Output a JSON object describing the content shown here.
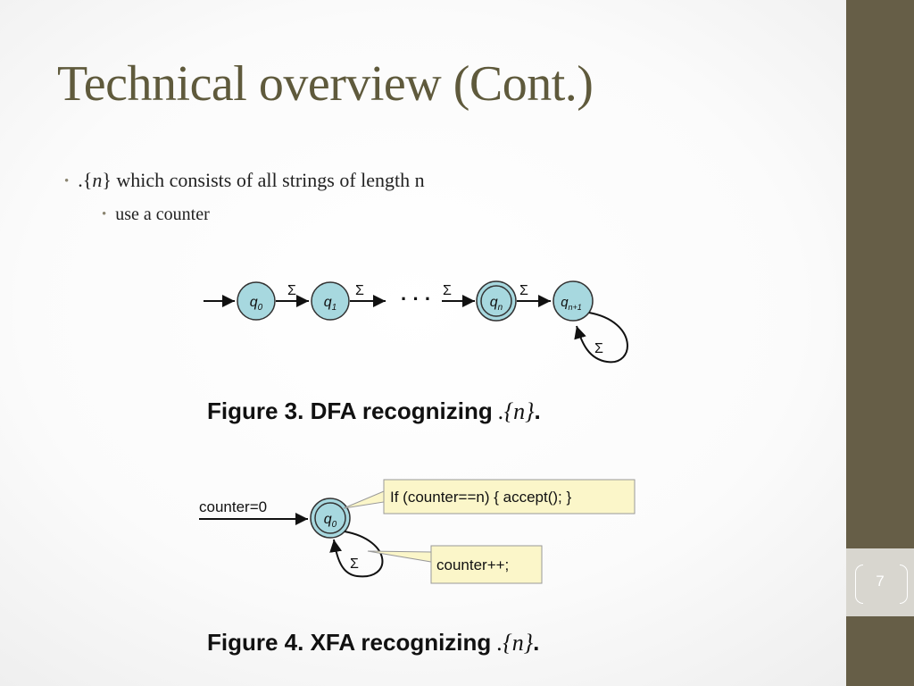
{
  "slide": {
    "title": "Technical overview (Cont.)",
    "page_number": "7"
  },
  "bullets": [
    {
      "prefix": ".{",
      "var": "n",
      "suffix": "}",
      "text": " which consists of all strings of length n"
    },
    {
      "text": "use a counter"
    }
  ],
  "figure3": {
    "states": [
      {
        "label": "q",
        "sub": "0"
      },
      {
        "label": "q",
        "sub": "1"
      },
      {
        "label": "q",
        "sub": "n"
      },
      {
        "label": "q",
        "sub": "n+1"
      }
    ],
    "sigma": "Σ",
    "ellipsis": "· · ·",
    "caption_bold": "Figure 3.  DFA recognizing",
    "caption_math": " .{n}",
    "caption_end": "."
  },
  "figure4": {
    "start_label": "counter=0",
    "state": {
      "label": "q",
      "sub": "0"
    },
    "sigma": "Σ",
    "note_accept": "If (counter==n) { accept(); }",
    "note_increment": "counter++;",
    "caption_bold": "Figure 4.  XFA recognizing",
    "caption_math": " .{n}",
    "caption_end": "."
  },
  "colors": {
    "sidebar": "#665e47",
    "title_text": "#5f5a3c",
    "state_fill": "#a7d8df",
    "note_fill": "#fbf6c9"
  }
}
